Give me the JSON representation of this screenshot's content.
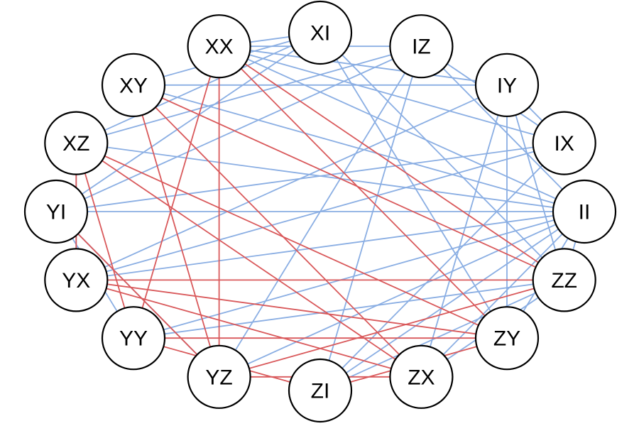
{
  "colors": {
    "blue_edge": "#8aaee3",
    "red_edge": "#d9595b",
    "node_stroke": "#000000",
    "node_fill": "#ffffff"
  },
  "nodes": [
    "XI",
    "IZ",
    "IY",
    "IX",
    "II",
    "ZZ",
    "ZY",
    "ZX",
    "ZI",
    "YZ",
    "YY",
    "YX",
    "YI",
    "XZ",
    "XY",
    "XX"
  ],
  "edges": {
    "blue": [
      [
        "XX",
        "XI"
      ],
      [
        "XX",
        "IZ"
      ],
      [
        "XX",
        "IY"
      ],
      [
        "XX",
        "IX"
      ],
      [
        "XX",
        "II"
      ],
      [
        "XY",
        "XI"
      ],
      [
        "XY",
        "IY"
      ],
      [
        "XY",
        "II"
      ],
      [
        "XZ",
        "XI"
      ],
      [
        "XZ",
        "IZ"
      ],
      [
        "XZ",
        "II"
      ],
      [
        "YI",
        "XI"
      ],
      [
        "YI",
        "IZ"
      ],
      [
        "YI",
        "IX"
      ],
      [
        "YI",
        "II"
      ],
      [
        "YX",
        "IY"
      ],
      [
        "YX",
        "II"
      ],
      [
        "YX",
        "IX"
      ],
      [
        "YX",
        "XZ"
      ],
      [
        "YY",
        "II"
      ],
      [
        "YY",
        "ZZ"
      ],
      [
        "YY",
        "YI"
      ],
      [
        "YZ",
        "IZ"
      ],
      [
        "YZ",
        "II"
      ],
      [
        "YZ",
        "YI"
      ],
      [
        "ZI",
        "IZ"
      ],
      [
        "ZI",
        "IX"
      ],
      [
        "ZI",
        "II"
      ],
      [
        "ZI",
        "ZZ"
      ],
      [
        "ZX",
        "IY"
      ],
      [
        "ZX",
        "II"
      ],
      [
        "ZX",
        "ZZ"
      ],
      [
        "ZY",
        "XI"
      ],
      [
        "ZY",
        "II"
      ],
      [
        "ZZ",
        "XI"
      ],
      [
        "ZZ",
        "IY"
      ],
      [
        "ZZ",
        "II"
      ],
      [
        "IY",
        "ZY"
      ],
      [
        "IY",
        "IX"
      ],
      [
        "IZ",
        "II"
      ],
      [
        "IZ",
        "IX"
      ]
    ],
    "red": [
      [
        "XX",
        "YZ"
      ],
      [
        "XX",
        "YY"
      ],
      [
        "XX",
        "ZZ"
      ],
      [
        "XX",
        "ZY"
      ],
      [
        "XY",
        "ZZ"
      ],
      [
        "XY",
        "ZX"
      ],
      [
        "XY",
        "YZ"
      ],
      [
        "XZ",
        "ZY"
      ],
      [
        "XZ",
        "ZX"
      ],
      [
        "XZ",
        "YY"
      ],
      [
        "XZ",
        "YX"
      ],
      [
        "YI",
        "YZ"
      ],
      [
        "YX",
        "ZZ"
      ],
      [
        "YX",
        "ZX"
      ],
      [
        "YX",
        "ZY"
      ],
      [
        "YY",
        "ZY"
      ],
      [
        "YY",
        "ZI"
      ],
      [
        "YZ",
        "ZZ"
      ],
      [
        "YZ",
        "ZX"
      ],
      [
        "ZI",
        "ZY"
      ]
    ]
  }
}
